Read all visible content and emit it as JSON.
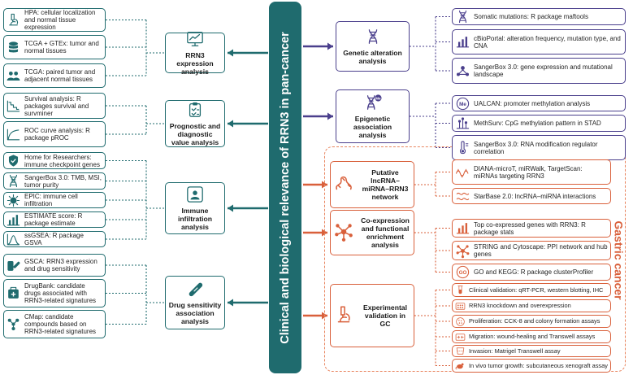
{
  "center_title": "Clinical and biological relevance of RRN3 in pan-cancer",
  "gastric_label": "Gastric cancer",
  "colors": {
    "teal": "#1f6b6e",
    "purple": "#4a3f8c",
    "orange": "#d9603b",
    "orange_dash": "#e8845e"
  },
  "left": {
    "categories": [
      {
        "label": "RRN3 expression analysis",
        "icon": "monitor-chart-icon"
      },
      {
        "label": "Prognostic and diagnostic value analysis",
        "icon": "clipboard-check-icon"
      },
      {
        "label": "Immune infiltration analysis",
        "icon": "immune-shield-user-icon"
      },
      {
        "label": "Drug sensitivity association analysis",
        "icon": "capsule-icon"
      }
    ],
    "leaves": [
      {
        "text": "HPA: cellular localization and normal tissue expression",
        "icon": "microscope-icon"
      },
      {
        "text": "TCGA + GTEx: tumor and normal tissues",
        "icon": "database-icon"
      },
      {
        "text": "TCGA: paired tumor and adjacent normal tissues",
        "icon": "people-icon"
      },
      {
        "text": "Survival analysis: R packages survival and survminer",
        "icon": "survival-curve-icon"
      },
      {
        "text": "ROC curve analysis: R package pROC",
        "icon": "roc-curve-icon"
      },
      {
        "text": "Home for Researchers: immune checkpoint genes",
        "icon": "shield-check-icon"
      },
      {
        "text": "SangerBox 3.0: TMB, MSI, tumor purity",
        "icon": "dna-icon"
      },
      {
        "text": "EPIC: immune cell infiltration",
        "icon": "immune-cell-icon"
      },
      {
        "text": "ESTIMATE score: R package estimate",
        "icon": "bar-chart-icon"
      },
      {
        "text": "ssGSEA: R package GSVA",
        "icon": "wave-curve-icon"
      },
      {
        "text": "GSCA: RRN3 expression and drug sensitivity",
        "icon": "pills-icon"
      },
      {
        "text": "DrugBank: candidate drugs associated with RRN3-related signatures",
        "icon": "drug-box-icon"
      },
      {
        "text": "CMap: candidate compounds based on RRN3-related signatures",
        "icon": "molecule-icon"
      }
    ]
  },
  "right": {
    "categories": [
      {
        "label": "Genetic alteration analysis",
        "icon": "dna-helix-icon"
      },
      {
        "label": "Epigenetic association analysis",
        "icon": "dna-methyl-icon",
        "badge": "Me"
      },
      {
        "label": "Putative lncRNA–miRNA–RRN3 network",
        "icon": "rna-strand-icon"
      },
      {
        "label": "Co-expression and functional enrichment analysis",
        "icon": "network-nodes-icon"
      },
      {
        "label": "Experimental validation in GC",
        "icon": "microscope-icon"
      }
    ],
    "leaves": [
      {
        "text": "Somatic mutations: R package maftools",
        "icon": "dna-icon"
      },
      {
        "text": "cBioPortal: alteration frequency, mutation type, and CNA",
        "icon": "bar-chart-icon"
      },
      {
        "text": "SangerBox 3.0: gene expression and mutational landscape",
        "icon": "people-network-icon"
      },
      {
        "text": "UALCAN: promoter methylation analysis",
        "icon": "me-circle-icon",
        "badge": "Me"
      },
      {
        "text": "MethSurv: CpG methylation pattern in STAD",
        "icon": "lollipop-icon"
      },
      {
        "text": "SangerBox 3.0: RNA modification regulator correlation",
        "icon": "thermometer-icon"
      },
      {
        "text": "DIANA-microT, miRWalk, TargetScan: miRNAs targeting RRN3",
        "icon": "rna-wave-icon"
      },
      {
        "text": "StarBase 2.0: lncRNA–miRNA interactions",
        "icon": "rna-link-icon"
      },
      {
        "text": "Top co-expressed genes with RRN3: R package stats",
        "icon": "bar-chart-icon"
      },
      {
        "text": "STRING and Cytoscape: PPI network and hub genes",
        "icon": "network-icon"
      },
      {
        "text": "GO and KEGG: R package clusterProfiler",
        "icon": "go-circle-icon",
        "badge": "GO"
      },
      {
        "text": "Clinical validation: qRT-PCR, western blotting, IHC",
        "icon": "test-tube-icon"
      },
      {
        "text": "RRN3 knockdown and overexpression",
        "icon": "well-plate-icon"
      },
      {
        "text": "Proliferation: CCK-8 and colony formation assays",
        "icon": "colony-plate-icon"
      },
      {
        "text": "Migration: wound-healing and Transwell assays",
        "icon": "migration-icon"
      },
      {
        "text": "Invasion: Matrigel Transwell assay",
        "icon": "transwell-icon"
      },
      {
        "text": "In vivo tumor growth: subcutaneous xenograft assay",
        "icon": "mouse-icon"
      }
    ]
  }
}
